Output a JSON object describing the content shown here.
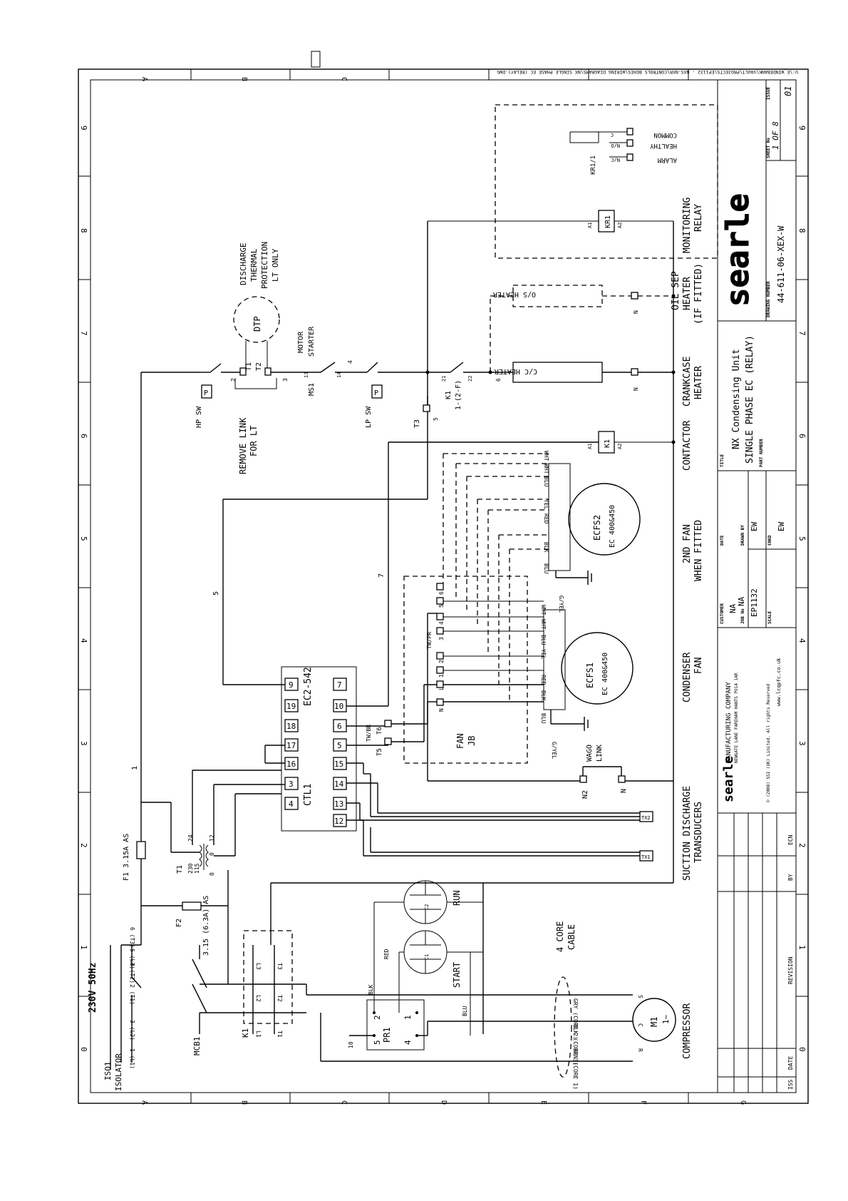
{
  "border": {
    "rows": [
      "A",
      "B",
      "C",
      "D",
      "E",
      "F",
      "G"
    ],
    "cols": [
      "9",
      "8",
      "7",
      "6",
      "5",
      "4",
      "3",
      "2",
      "1",
      "0"
    ],
    "file_path": "U:\\E_WINDEBANK\\VAULT\\PROJECTS\\EP1132 - NXS-NXR\\CONTROLS BOXES\\WIRING DIAGRAMS\\NX SINGLE PHASE EC (RELAY).DWG"
  },
  "supply": {
    "voltage": "230V 50Hz",
    "isolator": [
      "ISO1",
      "ISOLATOR"
    ],
    "mcb": "MCB1",
    "isolator_terms": [
      "1 (L1)",
      "2 (T1)",
      "3 (L2)",
      "4 (T2)",
      "5 (L3)",
      "6 (T3)"
    ],
    "contactor_terms": [
      "L1",
      "T1",
      "L2",
      "T2",
      "L3",
      "T3"
    ],
    "contactor": "K1"
  },
  "fuses": {
    "f1": "F1  3.15A AS",
    "f2": "F2",
    "f2_rating": "3.15 (6.3A) AS"
  },
  "transformer": {
    "id": "T1",
    "primary": [
      "230",
      "115"
    ],
    "secondary": [
      "24",
      "12",
      "0"
    ],
    "zero": "0"
  },
  "compressor": {
    "label": "COMPRESSOR",
    "motor": "M1",
    "phase": "1~",
    "cable": [
      "4 CORE",
      "CABLE"
    ],
    "cores": [
      "GRY (CORE 2)",
      "BLK (CORE 3)",
      "BRN (CORE 1)"
    ],
    "terminals": [
      "S",
      "C",
      "R"
    ],
    "pr1": "PR1",
    "pr1_terms": [
      "2",
      "1",
      "5",
      "4"
    ],
    "wires": [
      "BLK",
      "RED",
      "BLU"
    ],
    "wire_10": "10",
    "c1": "C1",
    "c2": "C2",
    "start": "START",
    "run": "RUN"
  },
  "transducers": {
    "label": [
      "SUCTION  DISCHARGE",
      "TRANSDUCERS"
    ],
    "tx1": "TX1",
    "tx2": "TX2"
  },
  "controller": {
    "id": "EC2-542",
    "ctl": "CTL1",
    "terminals_right": [
      "7",
      "10",
      "6",
      "5",
      "14",
      "13",
      "12"
    ],
    "terminals_left": [
      "9",
      "19",
      "18",
      "17",
      "16",
      "3",
      "4"
    ],
    "terminal_15": "15"
  },
  "fan_jb": {
    "label": [
      "FAN",
      "JB"
    ],
    "twpr": "TW/PR",
    "twbr": "TW/BR",
    "t5": "T5",
    "t6": "T6",
    "terms": [
      "N",
      "L",
      "1",
      "2",
      "3",
      "4",
      "5",
      "6"
    ]
  },
  "ecfs1": {
    "id": "ECFS1",
    "model": "EC 400&450",
    "wires": [
      "BLU",
      "BLK",
      "RED",
      "YEL",
      "BLU",
      "WHT",
      "WHT"
    ],
    "earth": "G/YEL",
    "label": [
      "CONDENSER",
      "FAN"
    ]
  },
  "ecfs2": {
    "id": "ECFS2",
    "model": "EC 400&450",
    "wires": [
      "BLU",
      "BLK",
      "RED",
      "YEL",
      "BLU",
      "WHT",
      "WHT"
    ],
    "earth": "G/YEL",
    "label": [
      "2ND FAN",
      "WHEN FITTED"
    ]
  },
  "wago": {
    "label": [
      "WAGO",
      "LINK"
    ],
    "n": "N",
    "n2": "N2"
  },
  "control_circuit": {
    "hp_sw": "HP SW",
    "lp_sw": "LP SW",
    "p": "P",
    "remove_link": [
      "REMOVE LINK",
      "FOR LT"
    ],
    "t1": "T1",
    "t2": "T2",
    "t3": "T3",
    "dtp": "DTP",
    "dtp_label": [
      "DISCHARGE",
      "THERMAL",
      "PROTECTION",
      "LT ONLY"
    ],
    "motor_starter": [
      "MOTOR",
      "STARTER"
    ],
    "ms1": "MS1",
    "ms1_terms": [
      "13",
      "14"
    ],
    "k1_aux": [
      "K1",
      "1-(2-F)"
    ],
    "k1_terms": [
      "21",
      "22"
    ],
    "wire_nums": [
      "1",
      "2",
      "3",
      "4",
      "5",
      "6",
      "7"
    ]
  },
  "loads": {
    "contactor": "CONTACTOR",
    "k1": "K1",
    "a1": "A1",
    "a2": "A2",
    "cc_heater": "C/C HEATER",
    "crankcase": [
      "CRANKCASE",
      "HEATER"
    ],
    "os_heater": "O/S HEATER",
    "oil_sep": [
      "OIL SEP",
      "HEATER",
      "(IF FITTED)"
    ],
    "n": "N"
  },
  "monitoring": {
    "kr1": "KR1",
    "kr1_contact": "KR1/1",
    "label": [
      "MONITORING",
      "RELAY"
    ],
    "outputs": [
      "COMMON",
      "HEALTHY",
      "ALARM"
    ],
    "contacts": [
      "C",
      "N/O",
      "N/C"
    ]
  },
  "title_block": {
    "company": "searle",
    "company_full": "MANUFACTURING COMPANY",
    "address": "NEWGATE LANE FAREHAM HANTS PO14 1AR",
    "copyright_note": "© (2008) SSI (UK) Limited. All rights Reserved",
    "website": "www.lcqpfc.co.uk",
    "customer_label": "CUSTOMER",
    "customer": "NA",
    "job_label": "JOB No",
    "job": "NA",
    "job2": "EP1132",
    "scale_label": "SCALE",
    "date_label": "DATE",
    "drawn_label": "DRAWN BY",
    "drawn": "EW",
    "chkd_label": "CHKD",
    "chkd": "EW",
    "title_label": "TITLE",
    "title_1": "NX Condensing Unit",
    "title_2": "SINGLE PHASE EC (RELAY)",
    "part_label": "PART NUMBER",
    "drawing_label": "DRAWING NUMBER",
    "drawing": "44-611-06-XEX-W",
    "sheet_label": "SHEET No",
    "sheet": "1 OF 8",
    "issue_label": "ISSUE",
    "issue": "01",
    "rev_headers": [
      "ISS",
      "DATE",
      "REVISION",
      "BY",
      "ECN"
    ]
  }
}
